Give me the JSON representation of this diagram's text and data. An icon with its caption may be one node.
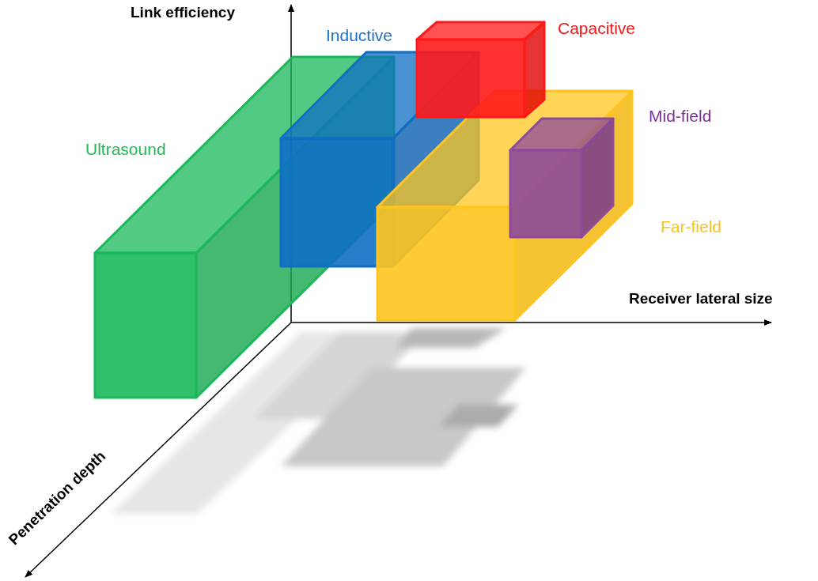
{
  "diagram": {
    "nodes": [
      {
        "text": [
          "Ultrasound"
        ]
      },
      {
        "text": [
          "Inductive"
        ]
      },
      {
        "text": [
          "Far-field"
        ]
      },
      {
        "text": [
          "Capacitive"
        ]
      },
      {
        "text": [
          "Mid-field"
        ]
      }
    ],
    "edges": [],
    "labels": [
      "Link efficiency",
      "Receiver lateral size",
      "Penetration depth"
    ]
  }
}
